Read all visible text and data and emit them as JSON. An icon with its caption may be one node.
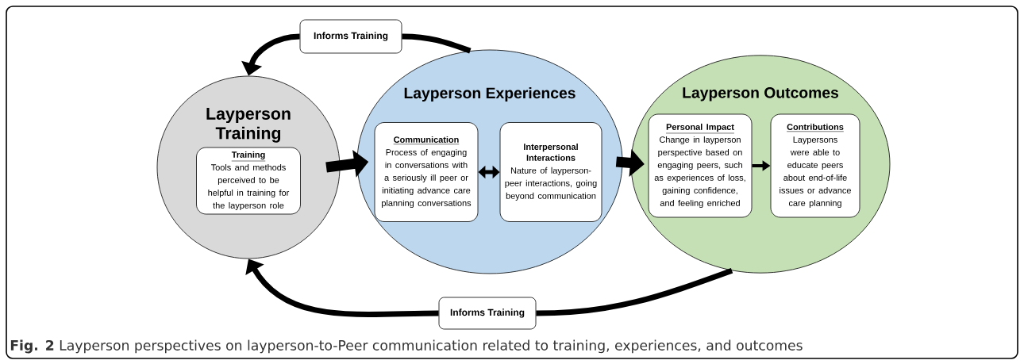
{
  "diagram": {
    "caption": "**Fig. 2** Layperson perspectives on layperson-to-Peer communication related to training, experiences, and outcomes",
    "nodes": [
      {
        "text": [
          "Informs Training"
        ]
      },
      {
        "text": [
          "Layperson Training"
        ]
      },
      {
        "text": [
          "Training",
          "Tools and methods perceived to be helpful in training for the layperson role"
        ],
        "in": 1
      },
      {
        "text": [
          "Layperson Experiences"
        ]
      },
      {
        "text": [
          "Communication",
          "Process of engaging in conversations with a seriously ill peer or initiating advance care planning conversations"
        ],
        "in": 3
      },
      {
        "text": [
          "Interpersonal Interactions",
          "Nature of layperson-peer interactions, going beyond communication"
        ],
        "in": 3
      },
      {
        "text": [
          "Layperson Outcomes"
        ]
      },
      {
        "text": [
          "Personal Impact",
          "Change in layperson perspective based on engaging peers, such as experiences of loss, gaining confidence, and feeling enriched"
        ],
        "in": 6
      },
      {
        "text": [
          "Contributions",
          "Laypersons were able to educate peers about end-of-life issues or advance care planning"
        ],
        "in": 6
      },
      {
        "text": [
          "Informs Training"
        ]
      }
    ],
    "edges": [
      {
        "from": 1,
        "to": 3,
        "arrow": "to",
        "style": "thick"
      },
      {
        "from": 3,
        "to": 6,
        "arrow": "to",
        "style": "thick"
      },
      {
        "from": 4,
        "to": 5,
        "arrow": "both"
      },
      {
        "from": 7,
        "to": 8,
        "arrow": "to"
      },
      {
        "from": 3,
        "to": 0,
        "arrow": "none"
      },
      {
        "from": 0,
        "to": 1,
        "arrow": "to"
      },
      {
        "from": 6,
        "to": 9,
        "arrow": "none"
      },
      {
        "from": 9,
        "to": 1,
        "arrow": "to"
      }
    ]
  }
}
